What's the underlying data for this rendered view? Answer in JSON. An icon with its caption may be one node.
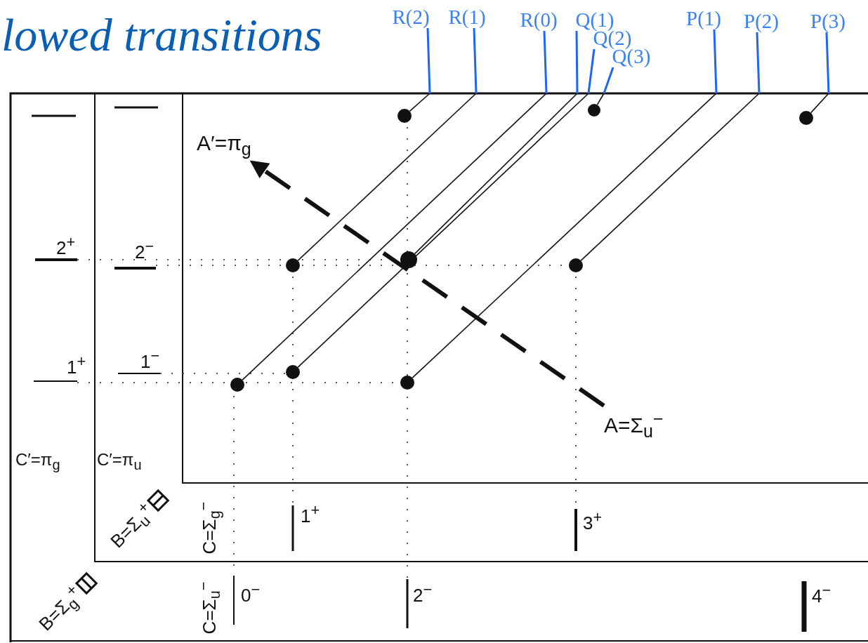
{
  "diagram": {
    "title": "lowed transitions",
    "nodes": [
      {
        "text": [
          "R(2)"
        ]
      },
      {
        "text": [
          "R(1)"
        ]
      },
      {
        "text": [
          "R(0)"
        ]
      },
      {
        "text": [
          "Q(1)"
        ]
      },
      {
        "text": [
          "Q(2)"
        ]
      },
      {
        "text": [
          "Q(3)"
        ]
      },
      {
        "text": [
          "P(1)"
        ]
      },
      {
        "text": [
          "P(2)"
        ]
      },
      {
        "text": [
          "P(3)"
        ]
      },
      {
        "text": [
          "A′=π$_{g}$"
        ]
      },
      {
        "text": [
          "A=Σ$_{u}$$^{−}$"
        ]
      },
      {
        "text": [],
        "shape": "circle"
      },
      {
        "text": [],
        "shape": "circle"
      },
      {
        "text": [],
        "shape": "circle"
      },
      {
        "text": [],
        "shape": "circle"
      },
      {
        "text": [],
        "shape": "circle"
      },
      {
        "text": [],
        "shape": "circle"
      },
      {
        "text": [],
        "shape": "circle"
      },
      {
        "text": [],
        "shape": "circle"
      },
      {
        "text": [],
        "shape": "circle"
      }
    ],
    "edges": [
      {
        "from": 11,
        "to": null,
        "arrow": "none"
      },
      {
        "from": 12,
        "to": null,
        "arrow": "none"
      },
      {
        "from": 13,
        "to": null,
        "arrow": "none"
      },
      {
        "from": 14,
        "to": null,
        "arrow": "none"
      },
      {
        "from": 15,
        "to": null,
        "arrow": "none"
      },
      {
        "from": 16,
        "to": null,
        "arrow": "none"
      },
      {
        "from": 17,
        "to": null,
        "arrow": "none"
      },
      {
        "from": 18,
        "to": null,
        "arrow": "none"
      },
      {
        "from": 19,
        "to": null,
        "arrow": "none"
      },
      {
        "from": 0,
        "to": null,
        "arrow": "none",
        "color": "#1f66f0"
      },
      {
        "from": 1,
        "to": null,
        "arrow": "none",
        "color": "#1f66f0"
      },
      {
        "from": 2,
        "to": null,
        "arrow": "none",
        "color": "#1f66f0"
      },
      {
        "from": 3,
        "to": null,
        "arrow": "none",
        "color": "#1f66f0"
      },
      {
        "from": 4,
        "to": null,
        "arrow": "none",
        "color": "#1f66f0"
      },
      {
        "from": 5,
        "to": null,
        "arrow": "none",
        "color": "#1f66f0"
      },
      {
        "from": 6,
        "to": null,
        "arrow": "none",
        "color": "#1f66f0"
      },
      {
        "from": 7,
        "to": null,
        "arrow": "none",
        "color": "#1f66f0"
      },
      {
        "from": 8,
        "to": null,
        "arrow": "none",
        "color": "#1f66f0"
      },
      {
        "from": 10,
        "to": 9,
        "arrow": "to",
        "style": "dashed"
      }
    ],
    "labels": [
      "2$^{+}$",
      "2$^{−}$",
      "1$^{+}$",
      "1$^{−}$",
      "C′=π$_{g}$",
      "C′=π$_{u}$",
      "B=Σ$_{u}$$^{+}$",
      "C=Σ$_{g}$$^{−}$",
      "1$^{+}$",
      "3$^{+}$",
      "B=Σ$_{g}$$^{+}$",
      "C=Σ$_{u}$$^{−}$",
      "0$^{−}$",
      "2$^{−}$",
      "4$^{−}$"
    ]
  }
}
